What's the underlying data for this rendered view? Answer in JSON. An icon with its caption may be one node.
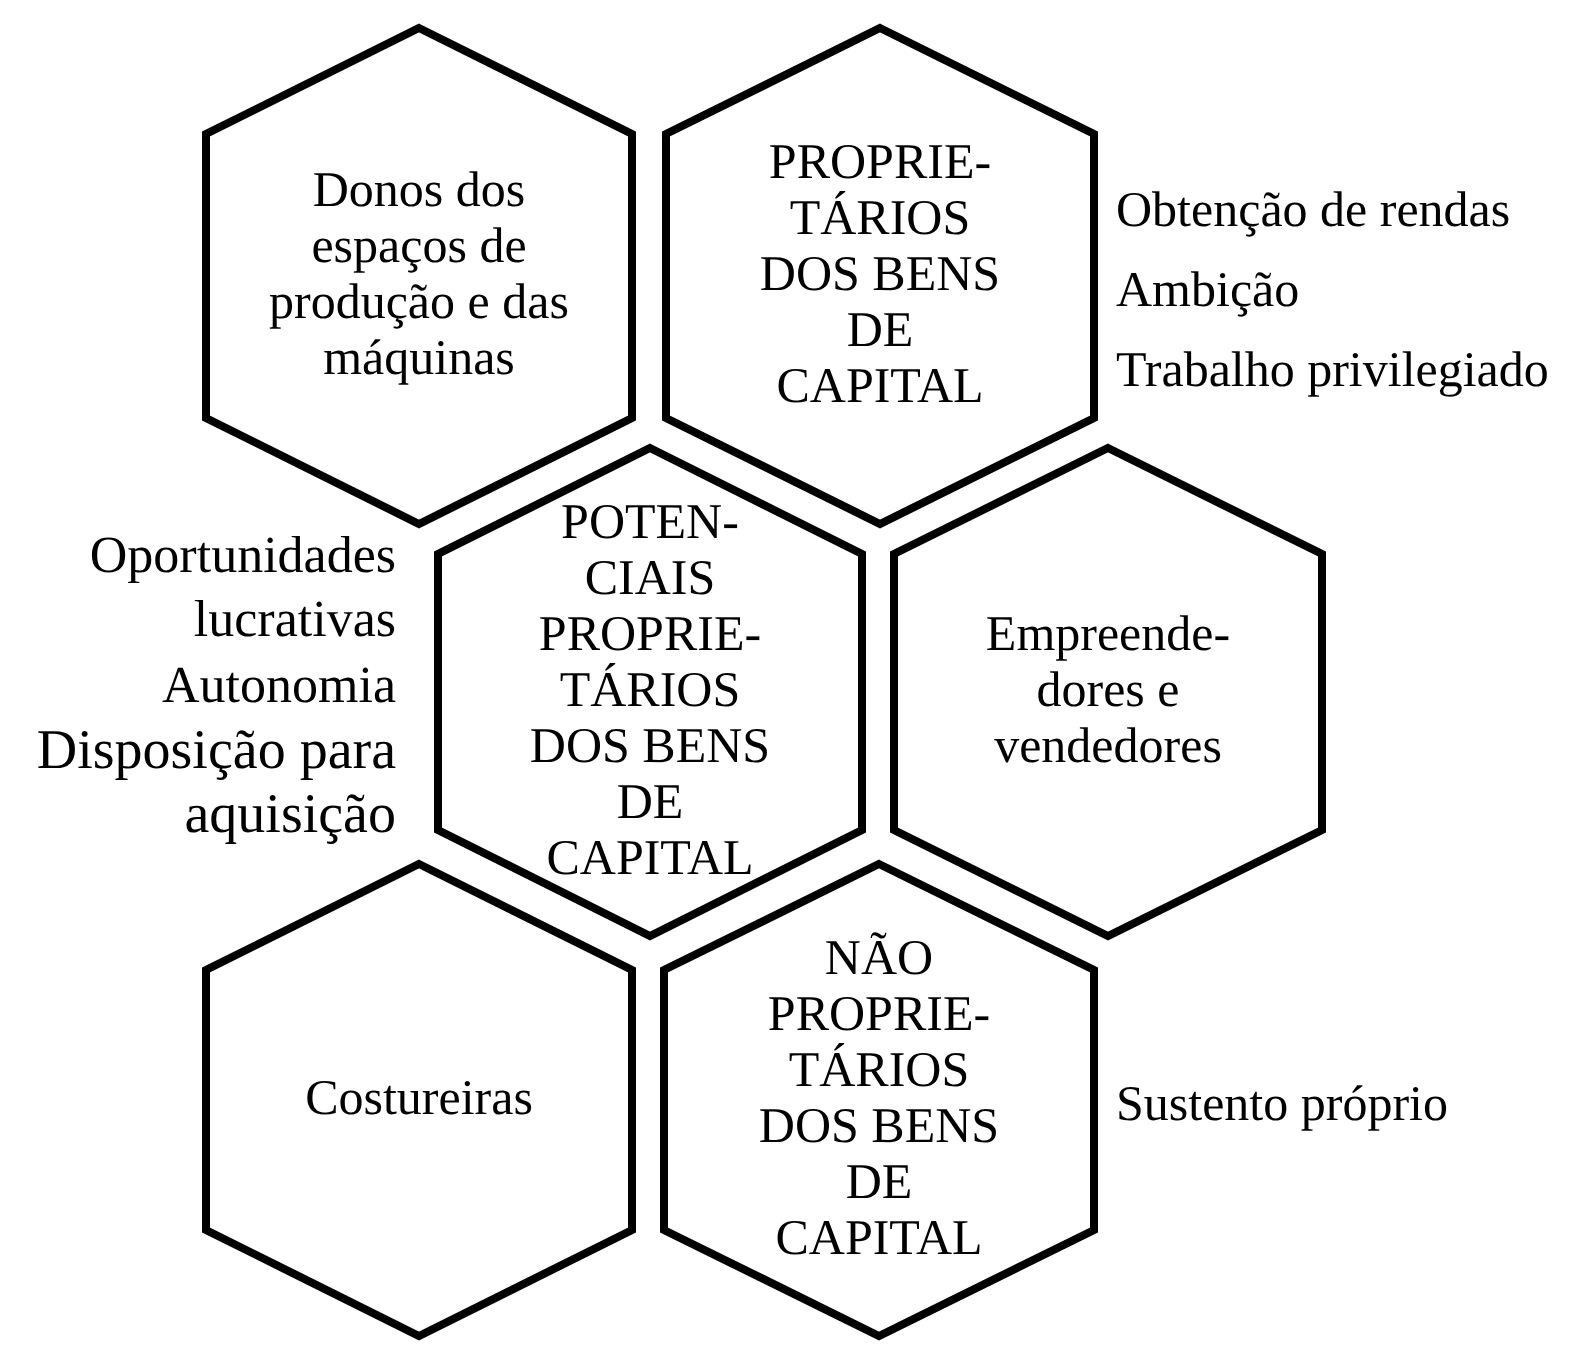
{
  "diagram": {
    "nodes": [
      {
        "text": [
          "Donos dos espaços de produção e das máquinas"
        ]
      },
      {
        "text": [
          "PROPRIE- TÁRIOS DOS BENS DE CAPITAL"
        ],
        "beside": [
          "Obtenção de rendas",
          "Ambição",
          "Trabalho privilegiado"
        ]
      },
      {
        "text": [
          "POTEN- CIAIS PROPRIE- TÁRIOS DOS BENS DE CAPITAL"
        ],
        "beside": [
          "Oportunidades lucrativas",
          "Autonomia",
          "Disposição para aquisição"
        ]
      },
      {
        "text": [
          "Empreende- dores e vendedores"
        ]
      },
      {
        "text": [
          "Costureiras"
        ]
      },
      {
        "text": [
          "NÃO PROPRIE- TÁRIOS DOS BENS DE CAPITAL"
        ],
        "beside": [
          "Sustento próprio"
        ]
      }
    ]
  }
}
